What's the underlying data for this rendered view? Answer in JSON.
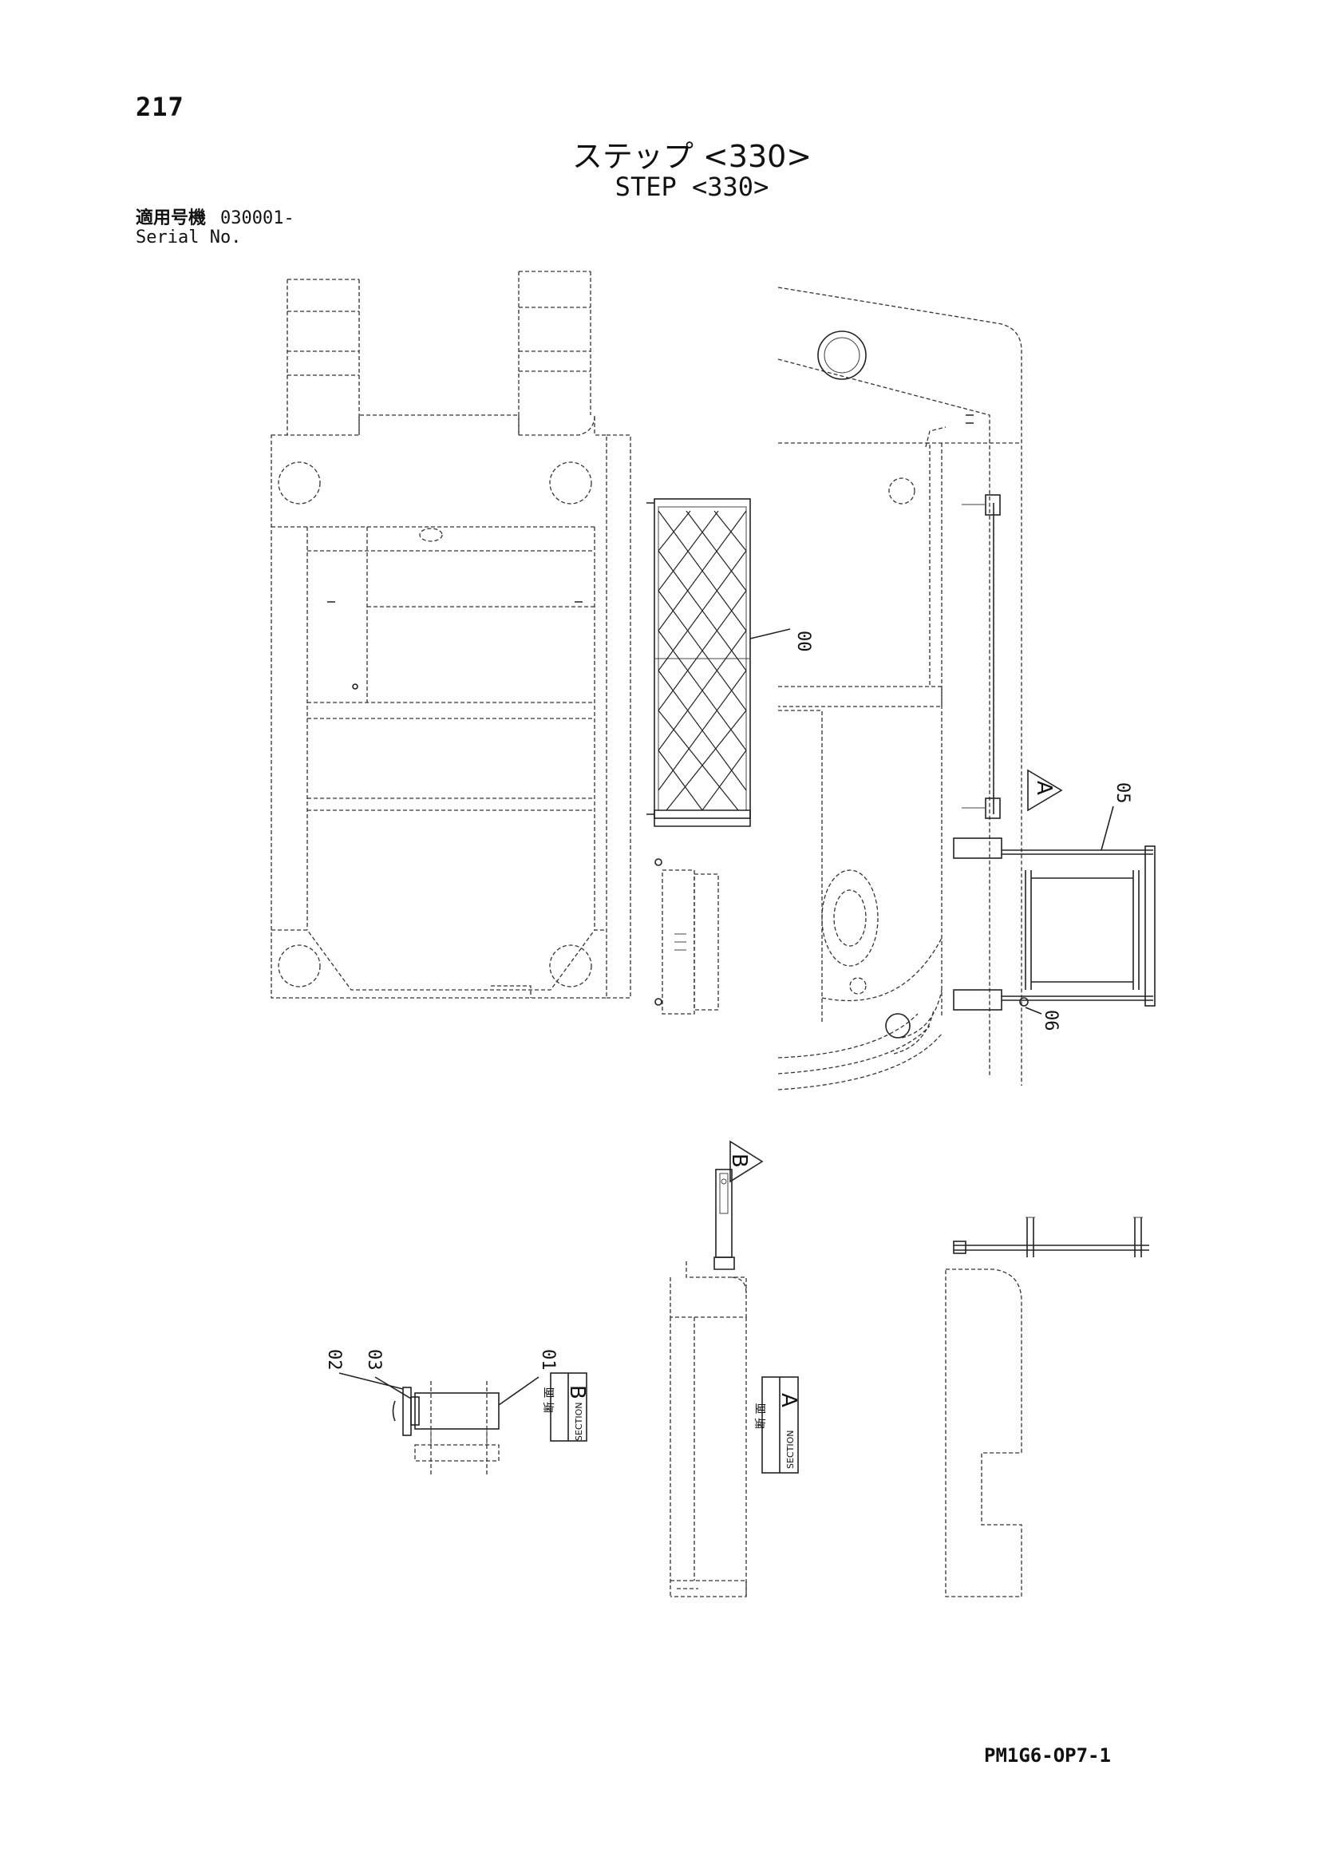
{
  "page_number": "217",
  "title": {
    "japanese": "ステップ <330>",
    "english": "STEP <330>"
  },
  "serial": {
    "label_jp": "適用号機",
    "value": "030001-",
    "label_en": "Serial No."
  },
  "callouts": {
    "part_00": "00",
    "part_01": "01",
    "part_02": "02",
    "part_03": "03",
    "part_05": "05",
    "part_06": "06"
  },
  "view_markers": {
    "a": "A",
    "b": "B"
  },
  "sections": {
    "b": {
      "jp": "断 面",
      "en": "SECTION",
      "letter": "B"
    },
    "a": {
      "jp": "断 面",
      "en": "SECTION",
      "letter": "A"
    }
  },
  "drawing_code": "PM1G6-OP7-1"
}
